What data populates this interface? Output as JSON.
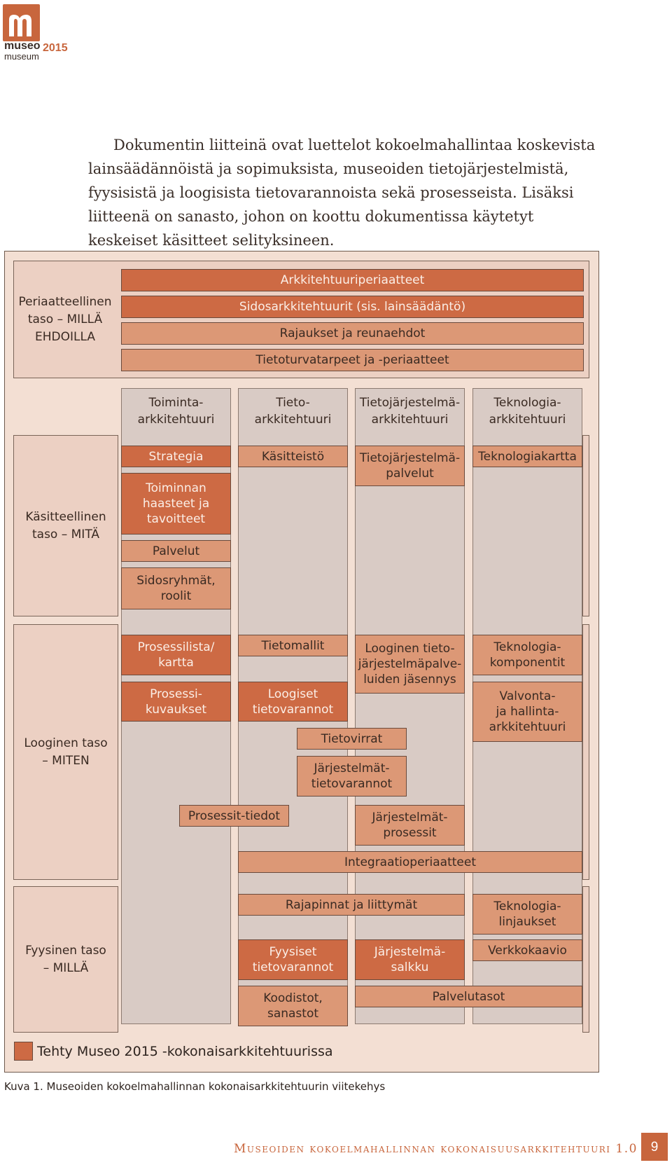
{
  "logo": {
    "line1": "museo",
    "year": "2015",
    "line2": "museum",
    "color": "#c8663d"
  },
  "intro_text": "Dokumentin liitteinä ovat luettelot kokoelmahallintaa koskevista lainsäädännöistä ja sopimuksista, museoiden tietojärjestelmistä, fyysisistä ja loogisista tietovarannoista sekä prosesseista. Lisäksi liitteenä on sanasto, johon on koottu dokumentissa käytetyt keskeiset käsitteet selityksineen.",
  "levels": {
    "principle": "Periaatteellinen\ntaso – MILLÄ\nEHDOILLA",
    "conceptual": "Käsitteellinen\ntaso – MITÄ",
    "logical": "Looginen taso\n– MITEN",
    "physical": "Fyysinen taso\n– MILLÄ"
  },
  "columns": {
    "c1": "Toiminta-\narkkitehtuuri",
    "c2": "Tieto-\narkkitehtuuri",
    "c3": "Tietojärjestelmä-\narkkitehtuuri",
    "c4": "Teknologia-\narkkitehtuuri"
  },
  "boxes": {
    "arkkitehtuuriperiaatteet": "Arkkitehtuuriperiaatteet",
    "sidosarkkitehtuurit": "Sidosarkkitehtuurit (sis. lainsäädäntö)",
    "rajaukset": "Rajaukset ja reunaehdot",
    "tietoturva": "Tietoturvatarpeet ja -periaatteet",
    "strategia": "Strategia",
    "haasteet": "Toiminnan\nhaasteet ja\ntavoitteet",
    "palvelut": "Palvelut",
    "sidosryhmat": "Sidosryhmät,\nroolit",
    "kasitteisto": "Käsitteistö",
    "tjpalvelut": "Tietojärjestelmä-\npalvelut",
    "teknologiakartta": "Teknologiakartta",
    "prosessilista": "Prosessilista/\nkartta",
    "prosessikuvaukset": "Prosessi-\nkuvaukset",
    "tietomallit": "Tietomallit",
    "loogisettv": "Loogiset\ntietovarannot",
    "looginentj": "Looginen tieto-\njärjestelmäpalve-\nluiden jäsennys",
    "teknologiakomponentit": "Teknologia-\nkomponentit",
    "valvonta": "Valvonta-\nja hallinta-\narkkitehtuuri",
    "tietovirrat": "Tietovirrat",
    "jarjestelmattv": "Järjestelmät-\ntietovarannot",
    "prosessittiedot": "Prosessit-tiedot",
    "jarjestelmatprosessit": "Järjestelmät-\nprosessit",
    "integraatio": "Integraatioperiaatteet",
    "rajapinnat": "Rajapinnat ja liittymät",
    "teknologialinjaukset": "Teknologia-\nlinjaukset",
    "fyysisettv": "Fyysiset\ntietovarannot",
    "salkku": "Järjestelmä-\nsalkku",
    "verkkokaavio": "Verkkokaavio",
    "koodistot": "Koodistot,\nsanastot",
    "palvelutasot": "Palvelutasot"
  },
  "legend": "Tehty Museo 2015 -kokonaisarkkitehtuurissa",
  "caption": "Kuva 1. Museoiden kokoelmahallinnan kokonaisarkkitehtuurin viitekehys",
  "footer": {
    "title": "Museoiden kokoelmahallinnan kokonaisuusarkkitehtuuri 1.0",
    "page": "9"
  },
  "colors": {
    "made": "#cd6a44",
    "other": "#dc9876",
    "accent": "#c8663d"
  }
}
